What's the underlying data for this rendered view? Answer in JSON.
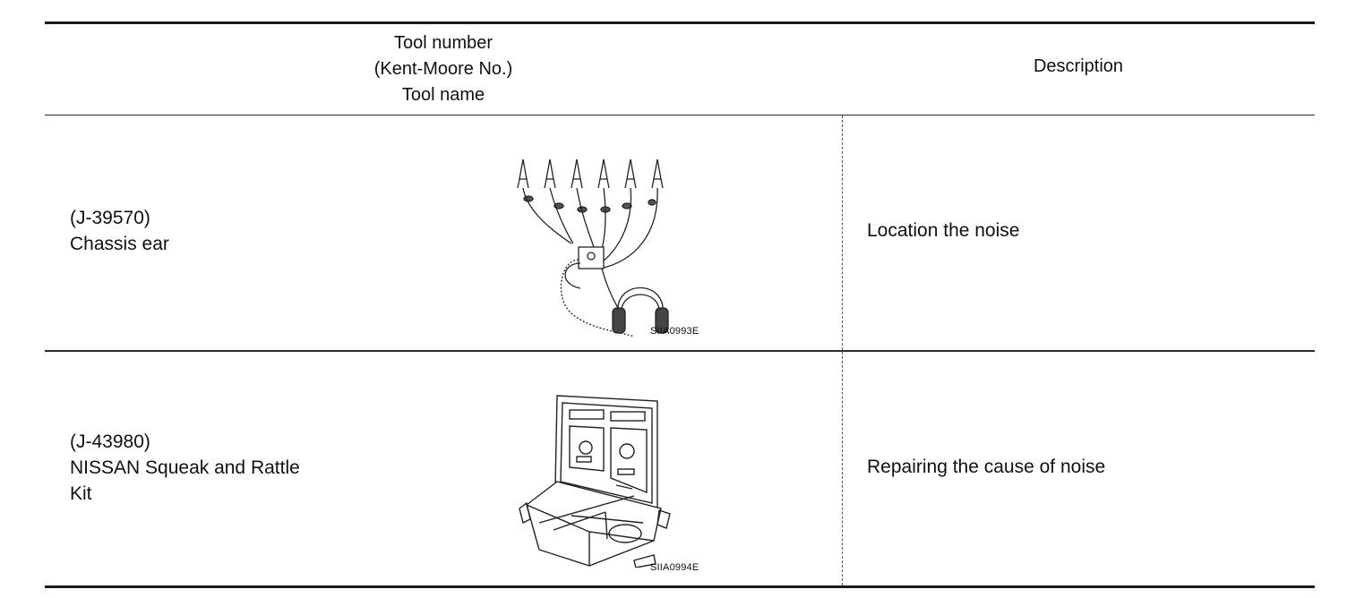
{
  "header": {
    "tool_line1": "Tool number",
    "tool_line2": "(Kent-Moore No.)",
    "tool_line3": "Tool name",
    "description": "Description"
  },
  "rows": [
    {
      "number": "(J-39570)",
      "name": "Chassis ear",
      "figure_code": "SIIA0993E",
      "description": "Location the noise"
    },
    {
      "number": "(J-43980)",
      "name_line1": "NISSAN Squeak and Rattle",
      "name_line2": "Kit",
      "figure_code": "SIIA0994E",
      "description": "Repairing the cause of noise"
    }
  ]
}
